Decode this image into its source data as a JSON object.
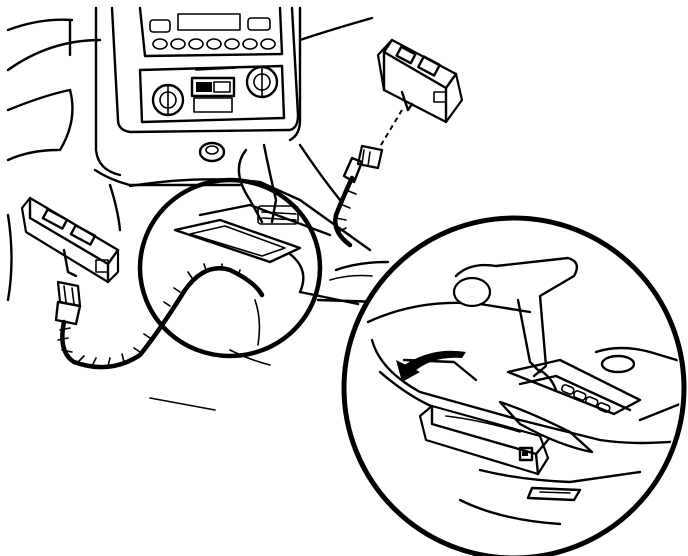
{
  "diagram": {
    "parts": {
      "dashboard": "dashboard-outline",
      "radio": "radio-head-unit",
      "hvac": "climate-control-panel",
      "left_switch": "window-switch-assembly-left",
      "right_switch": "window-switch-assembly-right",
      "harness": "wiring-harness",
      "console": "center-console",
      "shifter": "gear-shift-lever"
    },
    "detail_callout": "magnified-console-detail"
  }
}
